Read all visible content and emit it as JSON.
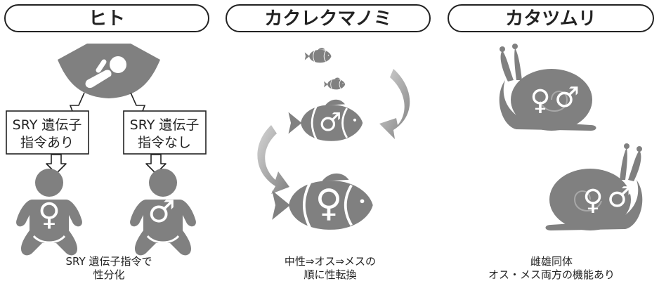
{
  "panels": {
    "human": {
      "title": "ヒト",
      "signal_yes": [
        "SRY 遺伝子",
        "指令あり"
      ],
      "signal_no": [
        "SRY 遺伝子",
        "指令なし"
      ],
      "caption": [
        "SRY 遺伝子指令で",
        "性分化"
      ]
    },
    "clownfish": {
      "title": "カクレクマノミ",
      "caption": [
        "中性⇒オス⇒メスの",
        "順に性転換"
      ]
    },
    "snail": {
      "title": "カタツムリ",
      "caption": [
        "雌雄同体",
        "オス・メス両方の機能あり"
      ]
    }
  },
  "symbols": {
    "female": "♀",
    "male": "♂"
  },
  "colors": {
    "figure": "#808080",
    "light": "#bdbdbd",
    "outline": "#222222",
    "background": "#ffffff"
  },
  "icons": [
    "ultrasound-scan-icon",
    "baby-icon",
    "clownfish-icon",
    "cycle-arrow-icon",
    "snail-icon",
    "hollow-down-arrow-icon"
  ]
}
